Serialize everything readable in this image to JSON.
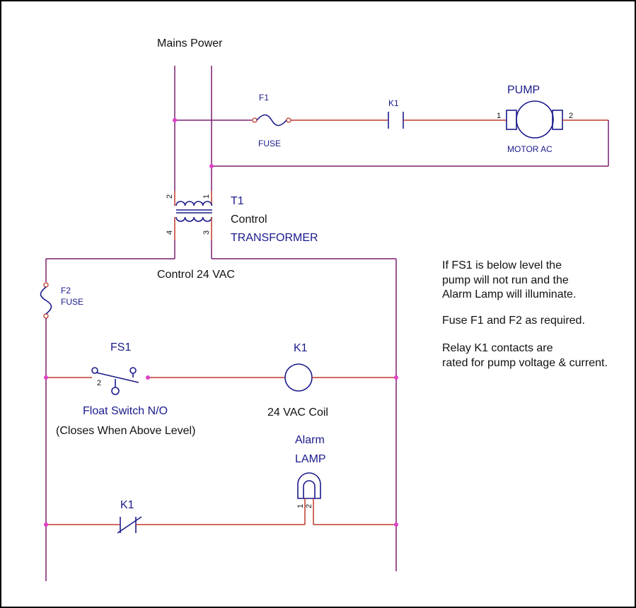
{
  "labels": {
    "mains_power": "Mains Power",
    "f1": "F1",
    "fuse": "FUSE",
    "k1_contact": "K1",
    "pump": "PUMP",
    "motor_ac": "MOTOR AC",
    "pin1": "1",
    "pin2": "2",
    "t1": "T1",
    "control": "Control",
    "transformer": "TRANSFORMER",
    "control_24vac": "Control 24 VAC",
    "f2": "F2",
    "f2_fuse": "FUSE",
    "fs1": "FS1",
    "k1_coil": "K1",
    "float_switch": "Float Switch N/O",
    "closes_when": "(Closes When Above Level)",
    "coil_24vac": "24 VAC Coil",
    "alarm": "Alarm",
    "lamp": "LAMP",
    "k1_nc": "K1",
    "t_pin1": "1",
    "t_pin2": "2",
    "t_pin3": "3",
    "t_pin4": "4",
    "fs_pin2": "2",
    "lamp_pin1": "1",
    "lamp_pin2": "2"
  },
  "notes": {
    "n1_l1": "If FS1 is below level the",
    "n1_l2": "pump will not run and the",
    "n1_l3": "Alarm Lamp will illuminate.",
    "n2": "Fuse F1 and F2 as required.",
    "n3_l1": "Relay K1 contacts are",
    "n3_l2": "rated for pump voltage & current."
  },
  "colors": {
    "wire_red": "#c0392b",
    "wire_purple": "#7b1f6e",
    "symbol_blue": "#1a1a8c",
    "junction": "#e040c8"
  }
}
